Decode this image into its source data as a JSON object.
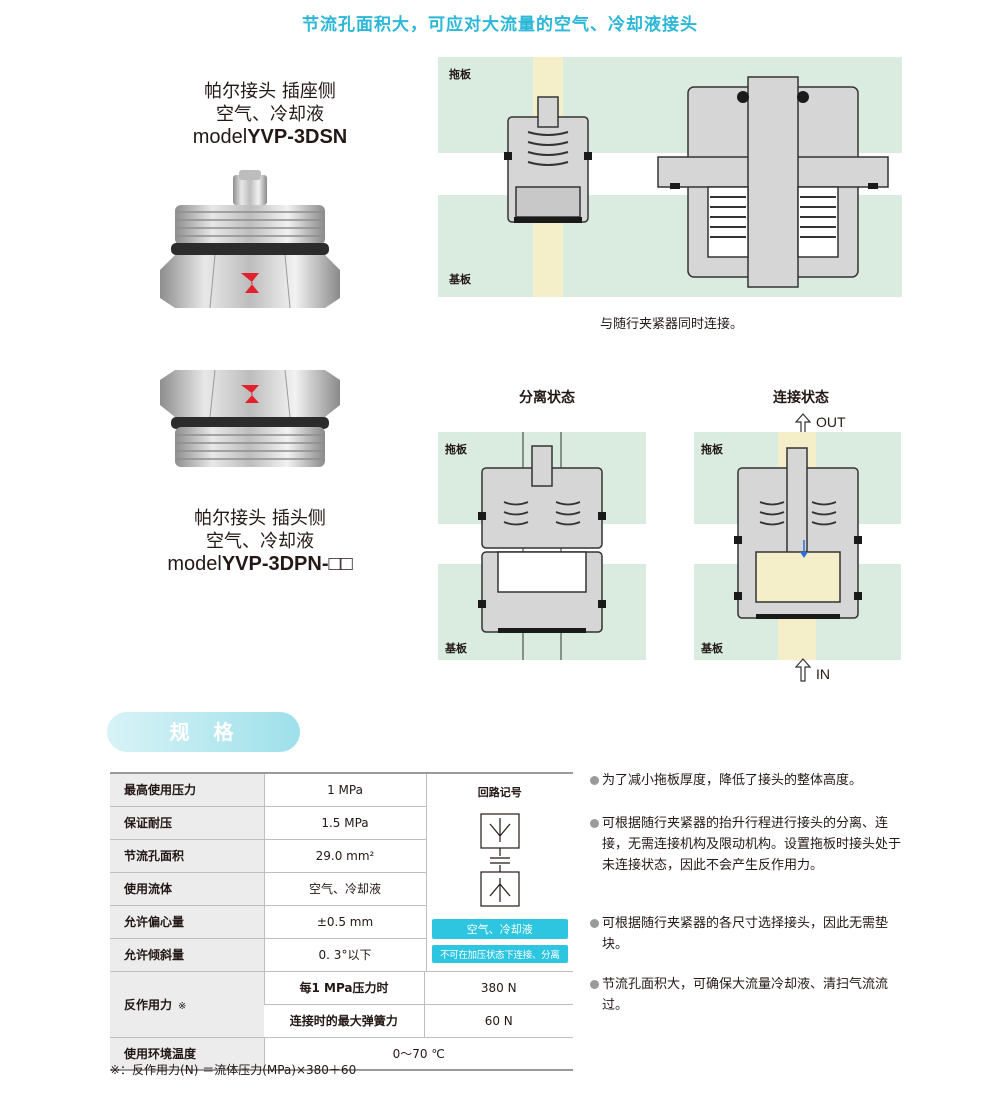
{
  "headline": "节流孔面积大，可应对大流量的空气、冷却液接头",
  "products": {
    "socket": {
      "line1": "帕尔接头 插座侧",
      "line2": "空气、冷却液",
      "model_prefix": "model",
      "model_code": "YVP-3DSN"
    },
    "plug": {
      "line1": "帕尔接头 插头侧",
      "line2": "空气、冷却液",
      "model_prefix": "model",
      "model_code": "YVP-3DPN-□□"
    }
  },
  "diagrams": {
    "top": {
      "upper_label": "拖板",
      "lower_label": "基板",
      "caption": "与随行夹紧器同时连接。"
    },
    "separated": {
      "title": "分离状态",
      "upper_label": "拖板",
      "lower_label": "基板"
    },
    "connected": {
      "title": "连接状态",
      "upper_label": "拖板",
      "lower_label": "基板",
      "out_label": "OUT",
      "in_label": "IN"
    }
  },
  "spec": {
    "title": "规格",
    "rows": [
      {
        "label": "最高使用压力",
        "value": "1 MPa"
      },
      {
        "label": "保证耐压",
        "value": "1.5 MPa"
      },
      {
        "label": "节流孔面积",
        "value": "29.0 mm²"
      },
      {
        "label": "使用流体",
        "value": "空气、冷却液"
      },
      {
        "label": "允许偏心量",
        "value": "±0.5 mm"
      },
      {
        "label": "允许倾斜量",
        "value": "0. 3°以下"
      }
    ],
    "reaction": {
      "label": "反作用力",
      "note_mark": "※",
      "sub": [
        {
          "label": "每1 MPa压力时",
          "value": "380 N"
        },
        {
          "label": "连接时的最大弹簧力",
          "value": "60 N"
        }
      ]
    },
    "temperature": {
      "label": "使用环境温度",
      "value": "0～70 ℃"
    },
    "symbol_title": "回路记号",
    "badge_fluid": "空气、冷却液",
    "badge_warning": "不可在加压状态下连接、分离",
    "footnote": "※：反作用力(N) ＝流体压力(MPa)×380＋60"
  },
  "features": [
    "为了减小拖板厚度，降低了接头的整体高度。",
    "可根据随行夹紧器的抬升行程进行接头的分离、连接，无需连接机构及限动机构。设置拖板时接头处于未连接状态，因此不会产生反作用力。",
    "可根据随行夹紧器的各尺寸选择接头，因此无需垫块。",
    "节流孔面积大，可确保大流量冷却液、清扫气流流过。"
  ],
  "colors": {
    "accent": "#2bb7d8",
    "plate": "#d9ecdf",
    "fluid": "#f4efc8",
    "metal": "#d6d6d6",
    "table_label_bg": "#ececec"
  }
}
